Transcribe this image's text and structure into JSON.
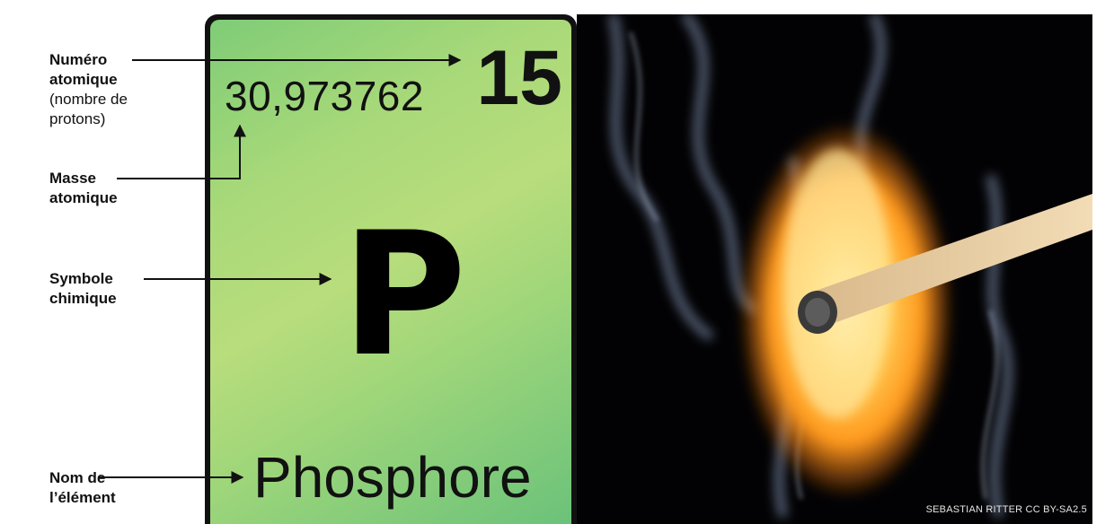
{
  "labels": {
    "atomic_number": {
      "title": "Numéro atomique",
      "note": "(nombre de protons)"
    },
    "atomic_mass": {
      "title": "Masse atomique"
    },
    "chemical_symbol": {
      "title": "Symbole chimique"
    },
    "element_name": {
      "title": "Nom de l’élément"
    }
  },
  "element": {
    "atomic_mass": "30,973762",
    "atomic_number": "15",
    "symbol": "P",
    "name": "Phosphore"
  },
  "photo": {
    "credit": "SEBASTIAN RITTER CC BY-SA2.5"
  },
  "colors": {
    "tile_green": "#a9d979",
    "tile_border": "#111111",
    "photo_bg": "#020204",
    "flame": "#ffb028"
  }
}
